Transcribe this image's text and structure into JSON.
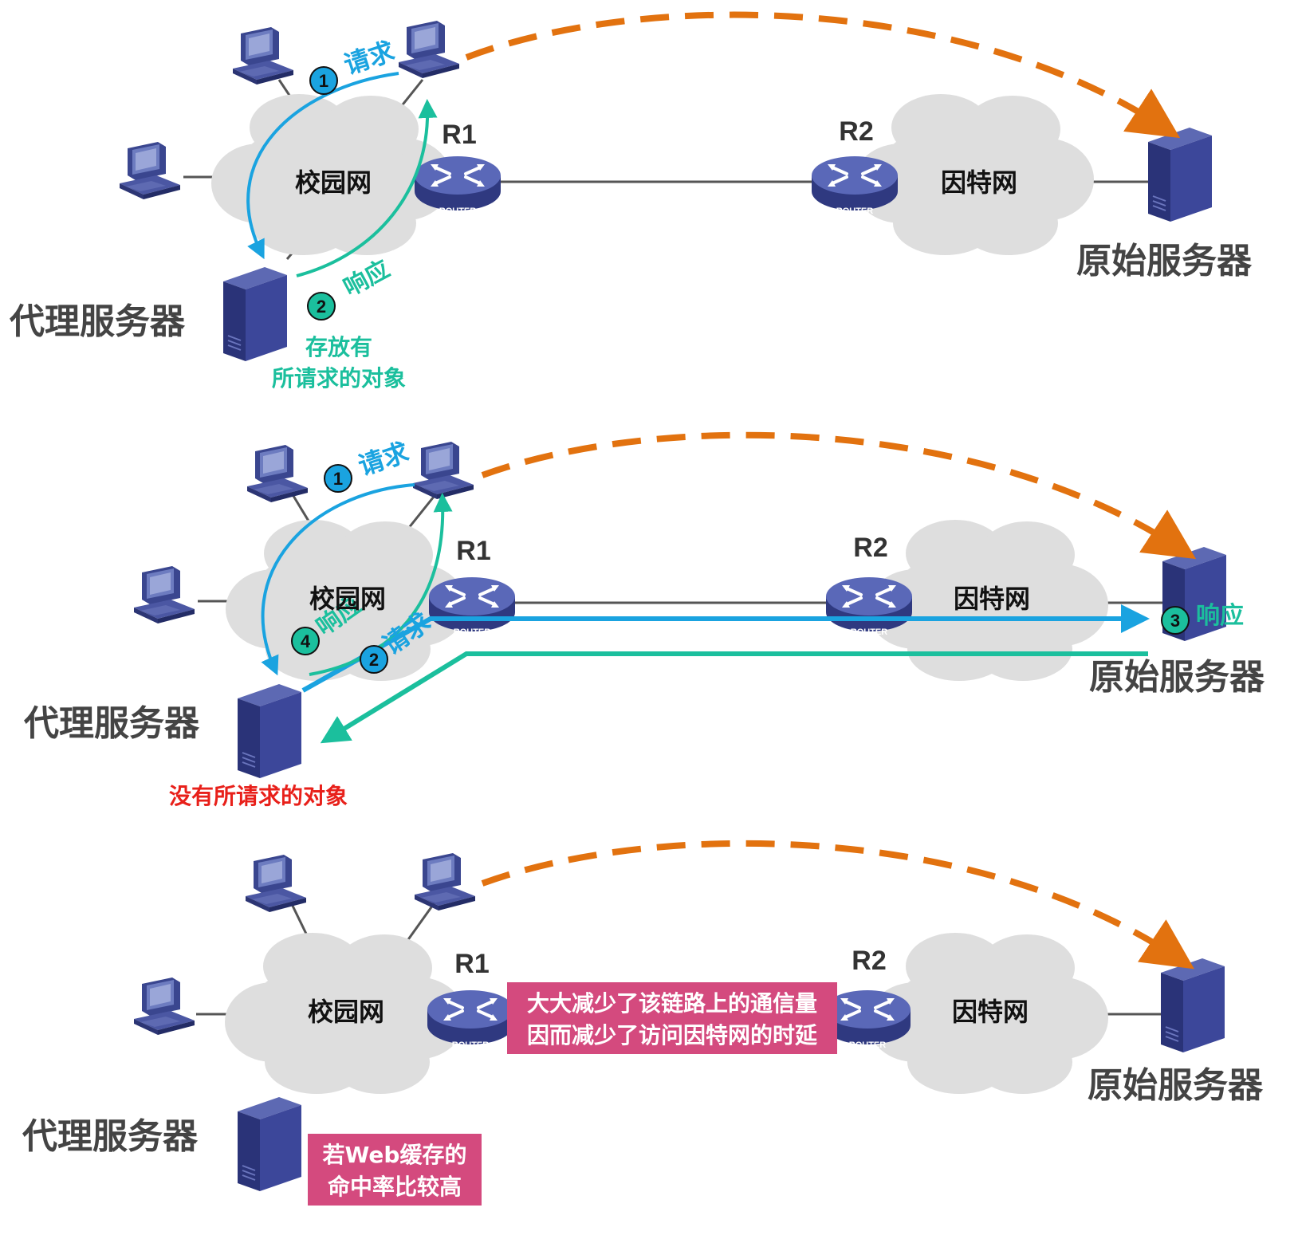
{
  "colors": {
    "blue_arrow": "#1aa3e0",
    "green_arrow": "#1bbf9d",
    "orange_dashed": "#e2720f",
    "red_note": "#e8201a",
    "magenta_box": "#d44a7e",
    "cloud": "#dedede",
    "router": "#3d4a9c",
    "server": "#2f3a8c"
  },
  "icons": [
    "pc-icon",
    "router-icon",
    "server-icon",
    "cloud-icon"
  ],
  "panel1": {
    "campus": "校园网",
    "internet": "因特网",
    "r1": "R1",
    "r2": "R2",
    "router_tag": "ROUTER",
    "proxy": "代理服务器",
    "origin": "原始服务器",
    "step1": "1",
    "request": "请求",
    "step2": "2",
    "response": "响应",
    "note_line1": "存放有",
    "note_line2": "所请求的对象"
  },
  "panel2": {
    "campus": "校园网",
    "internet": "因特网",
    "r1": "R1",
    "r2": "R2",
    "router_tag": "ROUTER",
    "proxy": "代理服务器",
    "origin": "原始服务器",
    "step1": "1",
    "request1": "请求",
    "step2": "2",
    "request2": "请求",
    "step3": "3",
    "response3": "响应",
    "step4": "4",
    "response4": "响应",
    "note": "没有所请求的对象"
  },
  "panel3": {
    "campus": "校园网",
    "internet": "因特网",
    "r1": "R1",
    "r2": "R2",
    "router_tag": "ROUTER",
    "proxy": "代理服务器",
    "origin": "原始服务器",
    "link_note_line1": "大大减少了该链路上的通信量",
    "link_note_line2": "因而减少了访问因特网的时延",
    "hit_note_line1": "若Web缓存的",
    "hit_note_line2": "命中率比较高"
  }
}
